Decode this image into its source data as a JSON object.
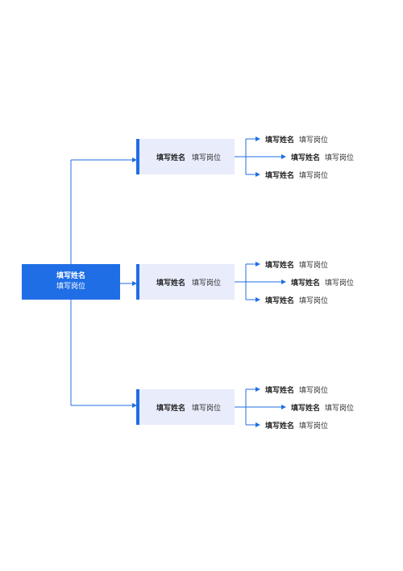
{
  "colors": {
    "accent": "#1f6ee6",
    "node_fill": "#e8ecfb",
    "root_text": "#ffffff",
    "text": "#222222"
  },
  "root": {
    "name": "填写姓名",
    "role": "填写岗位"
  },
  "branches": [
    {
      "name": "填写姓名",
      "role": "填写岗位",
      "children": [
        {
          "name": "填写姓名",
          "role": "填写岗位"
        },
        {
          "name": "填写姓名",
          "role": "填写岗位"
        },
        {
          "name": "填写姓名",
          "role": "填写岗位"
        }
      ]
    },
    {
      "name": "填写姓名",
      "role": "填写岗位",
      "children": [
        {
          "name": "填写姓名",
          "role": "填写岗位"
        },
        {
          "name": "填写姓名",
          "role": "填写岗位"
        },
        {
          "name": "填写姓名",
          "role": "填写岗位"
        }
      ]
    },
    {
      "name": "填写姓名",
      "role": "填写岗位",
      "children": [
        {
          "name": "填写姓名",
          "role": "填写岗位"
        },
        {
          "name": "填写姓名",
          "role": "填写岗位"
        },
        {
          "name": "填写姓名",
          "role": "填写岗位"
        }
      ]
    }
  ]
}
